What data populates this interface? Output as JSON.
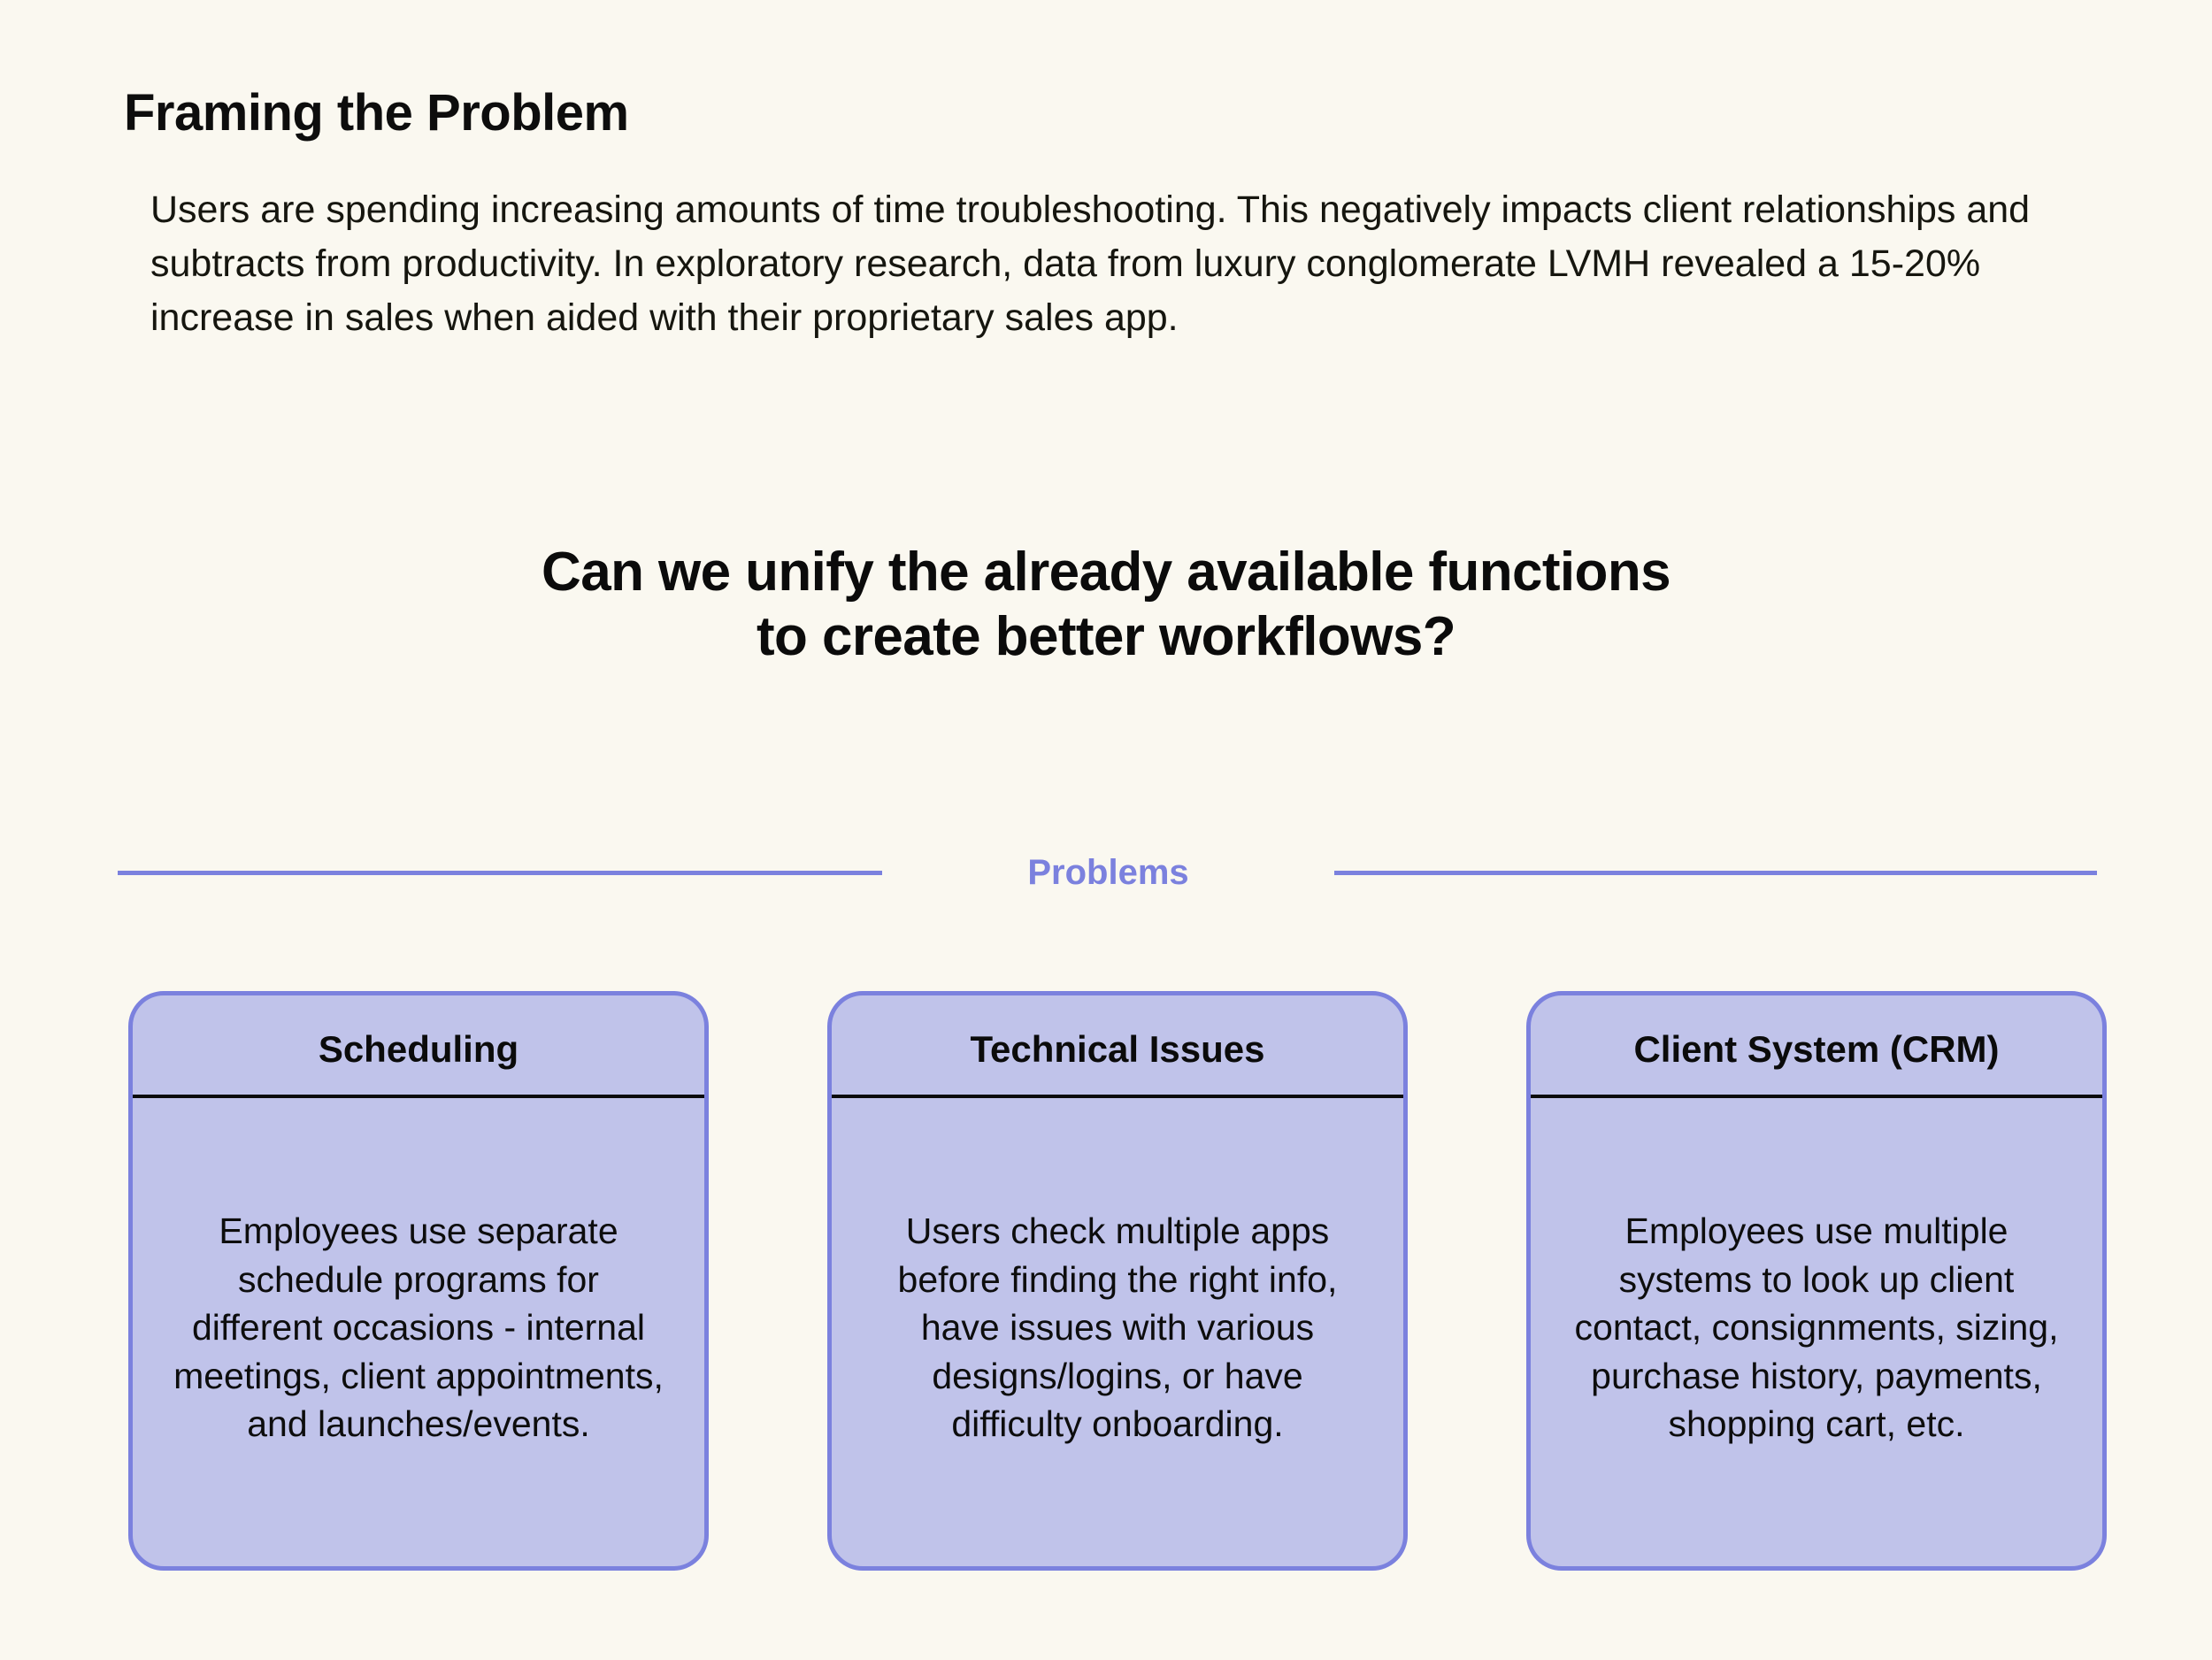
{
  "theme": {
    "background": "#faf8f0",
    "accent": "#7b81de",
    "card_fill": "#c0c3ea",
    "card_border": "#7b81de",
    "text": "#0d0d0d"
  },
  "header": {
    "title": "Framing the Problem",
    "paragraph": "Users are spending increasing amounts of time troubleshooting. This negatively impacts client relationships and subtracts from productivity. In exploratory research, data from luxury conglomerate LVMH revealed a 15-20% increase in sales when aided with their proprietary sales app."
  },
  "question": {
    "line1": "Can we unify the already available functions",
    "line2": "to create better workflows?"
  },
  "section": {
    "label": "Problems"
  },
  "cards": [
    {
      "title": "Scheduling",
      "text": "Employees use separate schedule programs for different occasions - internal meetings, client appointments, and launches/events."
    },
    {
      "title": "Technical Issues",
      "text": "Users check multiple apps before finding the right info, have issues with various designs/logins, or have difficulty onboarding."
    },
    {
      "title": "Client System (CRM)",
      "text": "Employees use multiple systems to look up client contact, consignments, sizing, purchase history, payments, shopping cart, etc."
    }
  ]
}
